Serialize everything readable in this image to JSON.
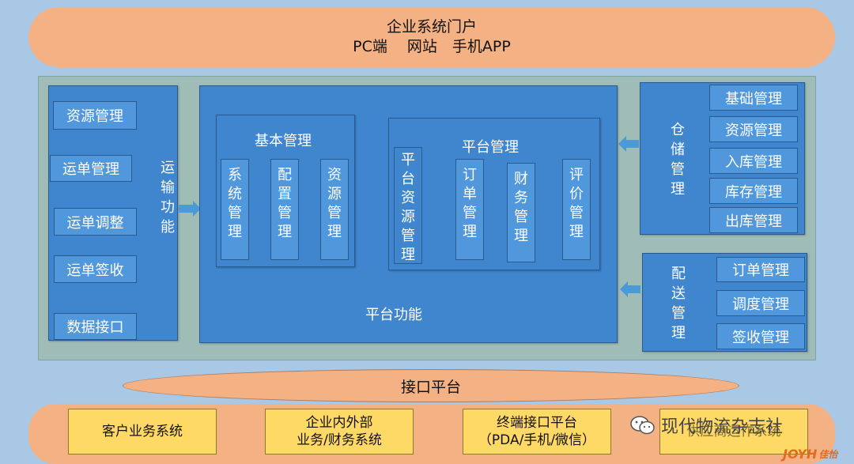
{
  "portal": {
    "title": "企业系统门户",
    "subtitle": "PC端　 网站　手机APP"
  },
  "transport": {
    "label_chars": [
      "运",
      "输",
      "功",
      "能"
    ],
    "items": [
      "资源管理",
      "运单管理",
      "运单调整",
      "运单签收",
      "数据接口"
    ]
  },
  "platform": {
    "title": "平台功能",
    "basic": {
      "title": "基本管理",
      "items": [
        "系统管理",
        "配置管理",
        "资源管理"
      ]
    },
    "manage": {
      "title": "平台管理",
      "items": [
        "平台资源管理",
        "订单管理",
        "财务管理",
        "评价管理"
      ]
    }
  },
  "warehouse": {
    "label_chars": [
      "仓",
      "储",
      "管",
      "理"
    ],
    "items": [
      "基础管理",
      "资源管理",
      "入库管理",
      "库存管理",
      "出库管理"
    ]
  },
  "delivery": {
    "label_chars": [
      "配",
      "送",
      "管",
      "理"
    ],
    "items": [
      "订单管理",
      "调度管理",
      "签收管理"
    ]
  },
  "interface_platform": "接口平台",
  "systems": [
    {
      "line1": "客户业务系统",
      "line2": ""
    },
    {
      "line1": "企业内外部",
      "line2": "业务/财务系统"
    },
    {
      "line1": "终端接口平台",
      "line2": "（PDA/手机/微信）"
    },
    {
      "line1": "供应商运作系统",
      "line2": ""
    }
  ],
  "watermark": {
    "text": "现代物流杂志社",
    "brand": "JOYH",
    "brand_cn": "佳怡"
  },
  "colors": {
    "box": "#3f86cf",
    "button": "#5197dc",
    "orange": "#f4b183",
    "yellow": "#ffd966"
  }
}
